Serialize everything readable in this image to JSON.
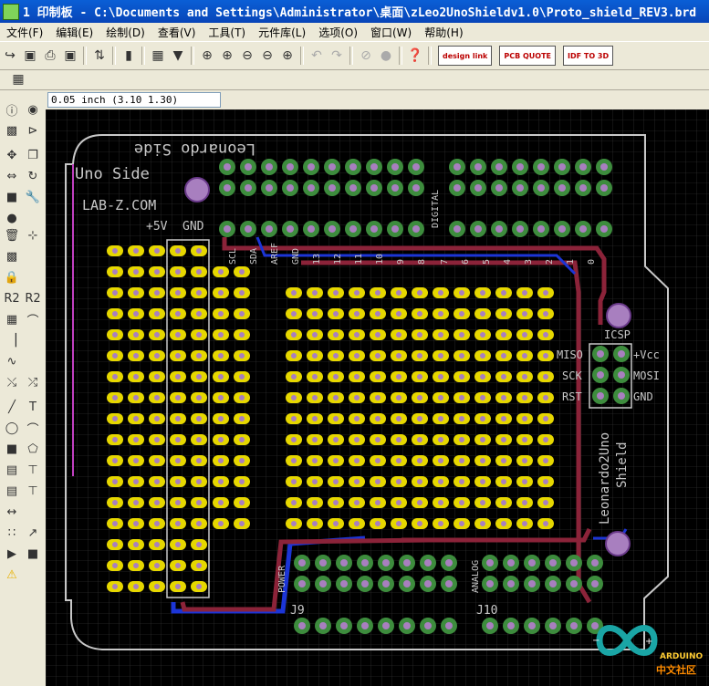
{
  "window": {
    "title": "1 印制板 - C:\\Documents and Settings\\Administrator\\桌面\\zLeo2UnoShieldv1.0\\Proto_shield_REV3.brd"
  },
  "menu": [
    "文件(F)",
    "编辑(E)",
    "绘制(D)",
    "查看(V)",
    "工具(T)",
    "元件库(L)",
    "选项(O)",
    "窗口(W)",
    "帮助(H)"
  ],
  "toolbar": {
    "design_link": "design link",
    "pcb_quote": "PCB QUOTE",
    "idf": "IDF TO 3D"
  },
  "coord": "0.05 inch (3.10 1.30)",
  "board": {
    "silk": {
      "leonardo_side": "Leonardo Side",
      "uno_side": "Uno Side",
      "lab": "LAB-Z.COM",
      "plus5v": "+5V",
      "gnd": "GND",
      "icsp": "ICSP",
      "miso": "MISO",
      "sck": "SCK",
      "rst": "RST",
      "vcc": "+Vcc",
      "mosi": "MOSI",
      "gnd2": "GND",
      "shield_line1": "Leonardo2Uno",
      "shield_line2": "Shield",
      "power": "POWER",
      "analog": "ANALOG",
      "j9": "J9",
      "j10": "J10",
      "digital": "DIGITAL",
      "aref": "AREF",
      "top_labels": [
        "SCL",
        "SDA",
        "AREF",
        "GND",
        "13",
        "12",
        "11",
        "10",
        "9",
        "8",
        "7",
        "6",
        "5",
        "4",
        "3",
        "2",
        "1",
        "0"
      ]
    }
  },
  "watermark": {
    "brand": "ARDUINO",
    "cn": "中文社区"
  },
  "colors": {
    "pad_outer": "#3d8c3d",
    "pad_inner": "#a87fbf",
    "proto_pad": "#e6d700",
    "copper_red": "#8b2339",
    "copper_blue": "#1c35d6",
    "outline": "#c8c8c8",
    "grid": "#3b3b3b"
  }
}
